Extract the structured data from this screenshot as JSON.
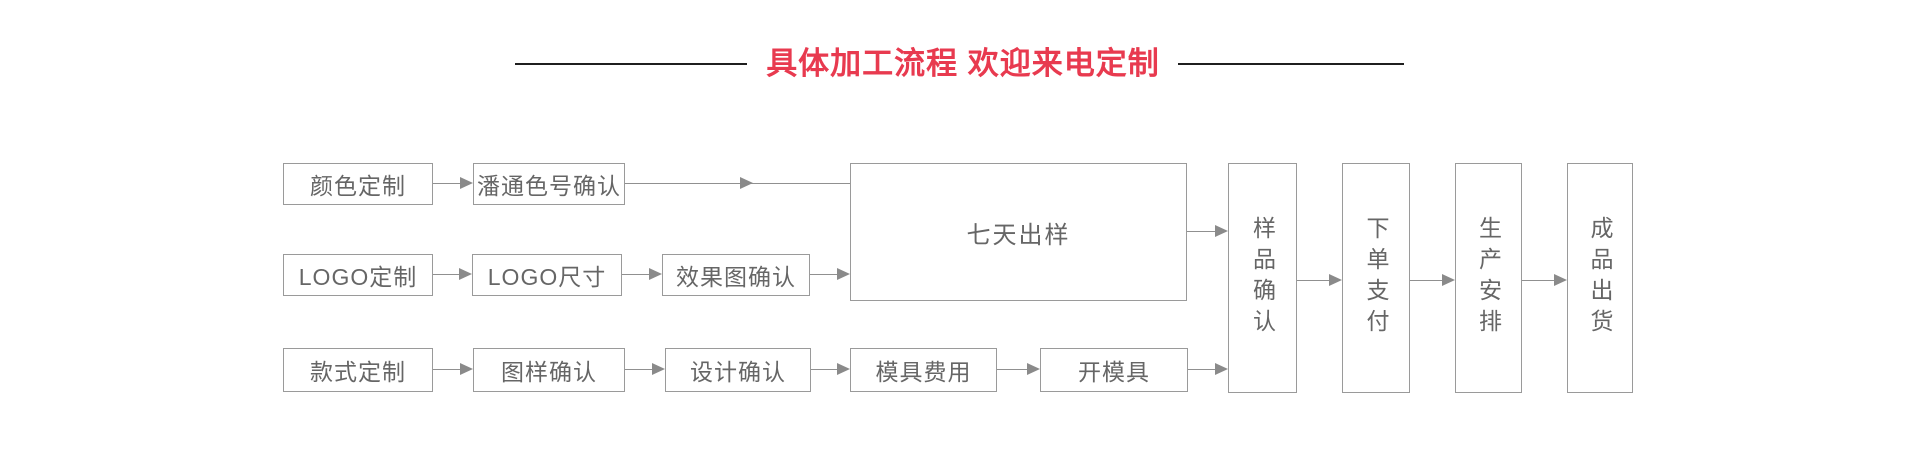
{
  "header": {
    "title": "具体加工流程 欢迎来电定制",
    "title_color": "#e83a4f",
    "rule_color": "#1f1f1f"
  },
  "flow": {
    "nodes": {
      "color_custom": {
        "label": "颜色定制"
      },
      "pantone_confirm": {
        "label": "潘通色号确认"
      },
      "logo_custom": {
        "label": "LOGO定制"
      },
      "logo_size": {
        "label": "LOGO尺寸"
      },
      "effect_confirm": {
        "label": "效果图确认"
      },
      "style_custom": {
        "label": "款式定制"
      },
      "pattern_confirm": {
        "label": "图样确认"
      },
      "design_confirm": {
        "label": "设计确认"
      },
      "mold_fee": {
        "label": "模具费用"
      },
      "mold_open": {
        "label": "开模具"
      },
      "seven_day_sample": {
        "label": "七天出样"
      },
      "sample_confirm": {
        "label": "样品确认"
      },
      "order_pay": {
        "label": "下单支付"
      },
      "production_arrange": {
        "label": "生产安排"
      },
      "product_ship": {
        "label": "成品出货"
      }
    },
    "colors": {
      "box_border": "#9a9a9a",
      "box_text": "#666666",
      "connector": "#909090",
      "arrow_head": "#8a8a8a",
      "background": "#ffffff"
    }
  }
}
